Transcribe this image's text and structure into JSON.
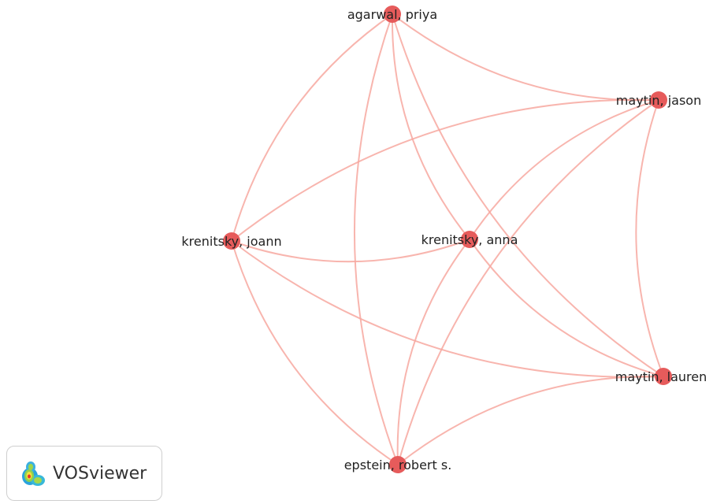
{
  "colors": {
    "node": "#e65b5b",
    "edge": "#f7a8a0",
    "label": "#222222"
  },
  "nodes": [
    {
      "id": "agarwal",
      "label": "agarwal, priya"
    },
    {
      "id": "maytin_jason",
      "label": "maytin, jason"
    },
    {
      "id": "krenitsky_joann",
      "label": "krenitsky, joann"
    },
    {
      "id": "krenitsky_anna",
      "label": "krenitsky, anna"
    },
    {
      "id": "maytin_lauren",
      "label": "maytin, lauren"
    },
    {
      "id": "epstein",
      "label": "epstein, robert s."
    }
  ],
  "edges": [
    [
      "agarwal",
      "maytin_jason"
    ],
    [
      "agarwal",
      "krenitsky_joann"
    ],
    [
      "agarwal",
      "krenitsky_anna"
    ],
    [
      "agarwal",
      "maytin_lauren"
    ],
    [
      "agarwal",
      "epstein"
    ],
    [
      "maytin_jason",
      "krenitsky_joann"
    ],
    [
      "maytin_jason",
      "krenitsky_anna"
    ],
    [
      "maytin_jason",
      "maytin_lauren"
    ],
    [
      "maytin_jason",
      "epstein"
    ],
    [
      "krenitsky_joann",
      "krenitsky_anna"
    ],
    [
      "krenitsky_joann",
      "maytin_lauren"
    ],
    [
      "krenitsky_joann",
      "epstein"
    ],
    [
      "krenitsky_anna",
      "maytin_lauren"
    ],
    [
      "krenitsky_anna",
      "epstein"
    ],
    [
      "maytin_lauren",
      "epstein"
    ]
  ],
  "logo": {
    "text": "VOSviewer",
    "icon": "vosviewer-logo-icon"
  }
}
